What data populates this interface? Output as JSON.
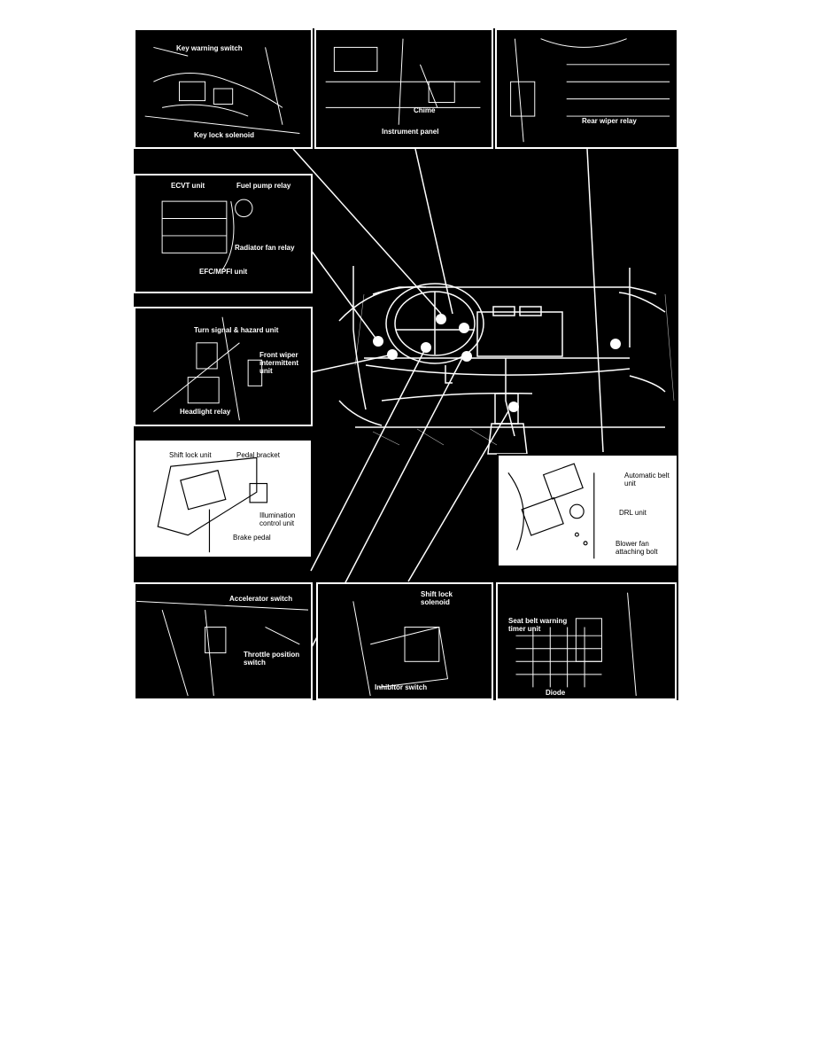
{
  "labels": {
    "key_warning_switch": "Key warning switch",
    "key_lock_solenoid": "Key lock solenoid",
    "chime": "Chime",
    "instrument_panel": "Instrument panel",
    "rear_wiper_relay": "Rear wiper relay",
    "ecvt_unit": "ECVT unit",
    "fuel_pump_relay": "Fuel pump relay",
    "radiator_fan_relay": "Radiator fan relay",
    "efc_mpfi_unit": "EFC/MPFI unit",
    "turn_signal_hazard_unit": "Turn signal & hazard unit",
    "front_wiper_intermittent_unit": "Front wiper intermittent unit",
    "headlight_relay": "Headlight relay",
    "shift_lock_unit": "Shift lock unit",
    "pedal_bracket": "Pedal bracket",
    "illumination_control_unit": "Illumination control unit",
    "brake_pedal": "Brake pedal",
    "automatic_belt_unit": "Automatic belt unit",
    "drl_unit": "DRL unit",
    "blower_fan_attaching_bolt": "Blower fan attaching bolt",
    "accelerator_switch": "Accelerator switch",
    "throttle_position_switch": "Throttle position switch",
    "shift_lock_solenoid": "Shift lock solenoid",
    "inhibitor_switch": "Inhibitor switch",
    "seat_belt_warning_timer_unit": "Seat belt warning timer unit",
    "diode": "Diode"
  },
  "colors": {
    "background": "#000000",
    "ink": "#ffffff",
    "page": "#ffffff"
  }
}
